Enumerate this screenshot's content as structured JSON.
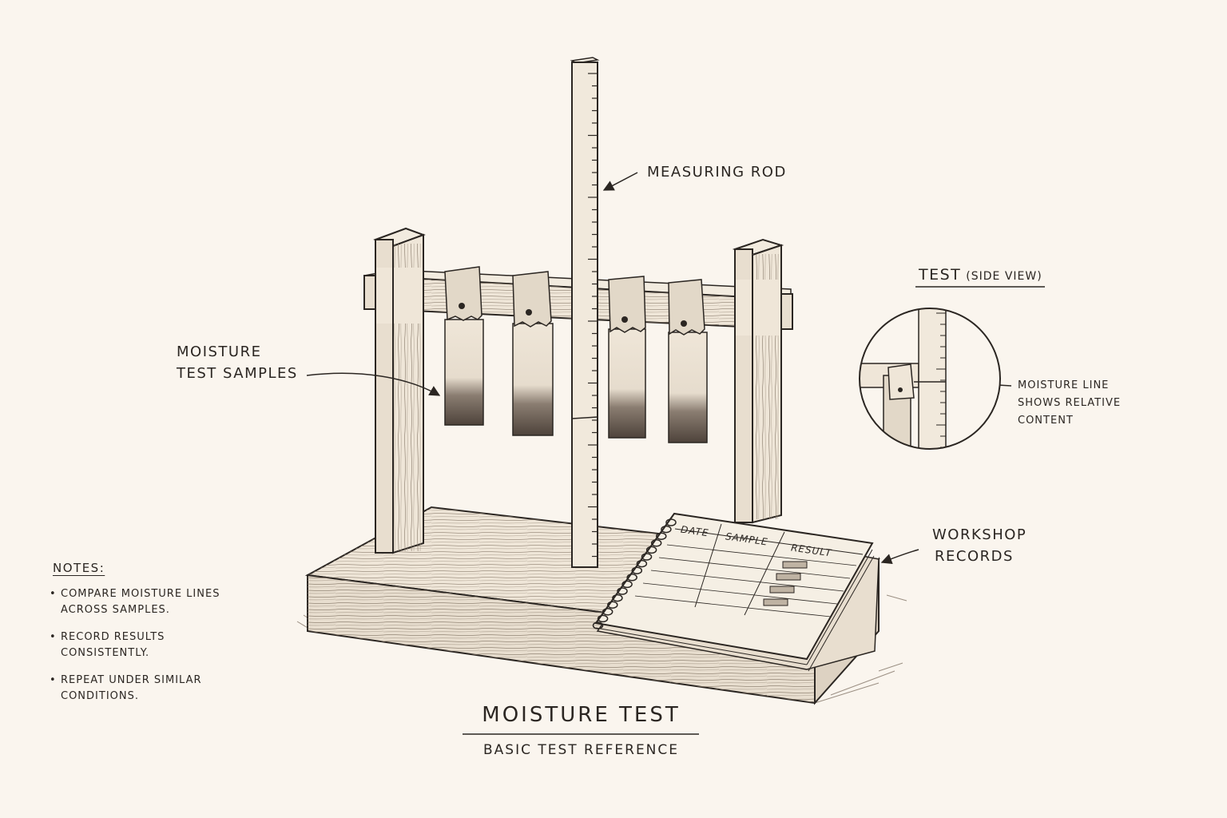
{
  "title": "MOISTURE TEST",
  "subtitle": "BASIC TEST REFERENCE",
  "labels": {
    "measuring_rod": "MEASURING ROD",
    "samples_line1": "MOISTURE",
    "samples_line2": "TEST SAMPLES",
    "records_line1": "WORKSHOP",
    "records_line2": "RECORDS"
  },
  "side_view": {
    "title": "TEST",
    "subtitle": "(SIDE VIEW)",
    "note_line1": "MOISTURE LINE",
    "note_line2": "SHOWS RELATIVE",
    "note_line3": "CONTENT"
  },
  "notebook": {
    "headers": [
      "DATE",
      "SAMPLE",
      "RESULT"
    ]
  },
  "notes": {
    "heading": "NOTES:",
    "items": [
      "COMPARE MOISTURE LINES ACROSS SAMPLES.",
      "RECORD RESULTS CONSISTENTLY.",
      "REPEAT UNDER SIMILAR CONDITIONS."
    ]
  },
  "colors": {
    "paper": "#faf5ee",
    "ink": "#2b2622",
    "wood": "#efe6d8",
    "wet": "#5a4e45"
  }
}
